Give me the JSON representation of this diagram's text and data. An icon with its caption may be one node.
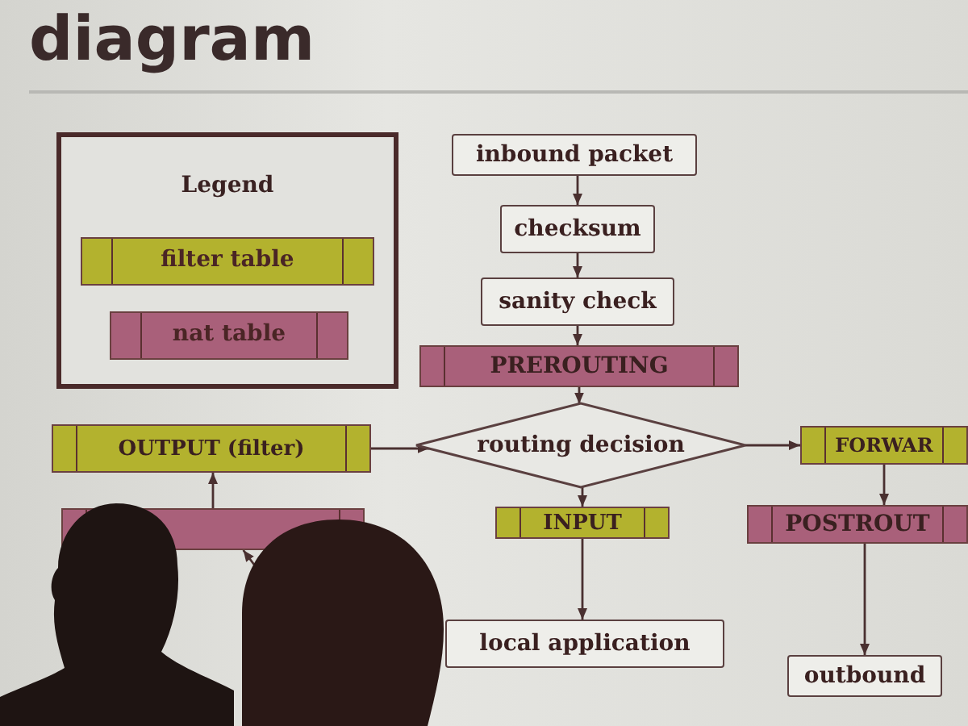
{
  "diagram": {
    "title": "diagram",
    "nodes": [
      {
        "text": [
          "inbound packet"
        ]
      },
      {
        "text": [
          "checksum"
        ]
      },
      {
        "text": [
          "sanity check"
        ]
      },
      {
        "text": [
          "PREROUTING"
        ]
      },
      {
        "text": [
          "routing decision"
        ]
      },
      {
        "text": [
          "OUTPUT (filter)"
        ]
      },
      {
        "text": [
          "FORWAR"
        ]
      },
      {
        "text": [
          "INPUT"
        ]
      },
      {
        "text": [
          "POSTROUT"
        ]
      },
      {
        "text": [
          "local application"
        ]
      },
      {
        "text": [
          "outbound"
        ]
      },
      {
        "text": [],
        "shape": "bar"
      }
    ],
    "edges": [
      {
        "from": 0,
        "to": 1,
        "arrow": "to"
      },
      {
        "from": 1,
        "to": 2,
        "arrow": "to"
      },
      {
        "from": 2,
        "to": 3,
        "arrow": "to"
      },
      {
        "from": 3,
        "to": 4,
        "arrow": "to"
      },
      {
        "from": 5,
        "to": 4,
        "arrow": "to"
      },
      {
        "from": 4,
        "to": 6,
        "arrow": "to"
      },
      {
        "from": 4,
        "to": 7,
        "arrow": "to"
      },
      {
        "from": 7,
        "to": 9,
        "arrow": "to"
      },
      {
        "from": 6,
        "to": 8,
        "arrow": "to"
      },
      {
        "from": 8,
        "to": 10,
        "arrow": "to"
      },
      {
        "from": 11,
        "to": 5,
        "arrow": "to"
      },
      {
        "from": null,
        "to": 11,
        "arrow": "to"
      }
    ],
    "labels": [
      "Legend"
    ],
    "legend": [
      {
        "text": "filter table",
        "color": "#b3b22e"
      },
      {
        "text": "nat table",
        "color": "#a9607a"
      }
    ]
  }
}
